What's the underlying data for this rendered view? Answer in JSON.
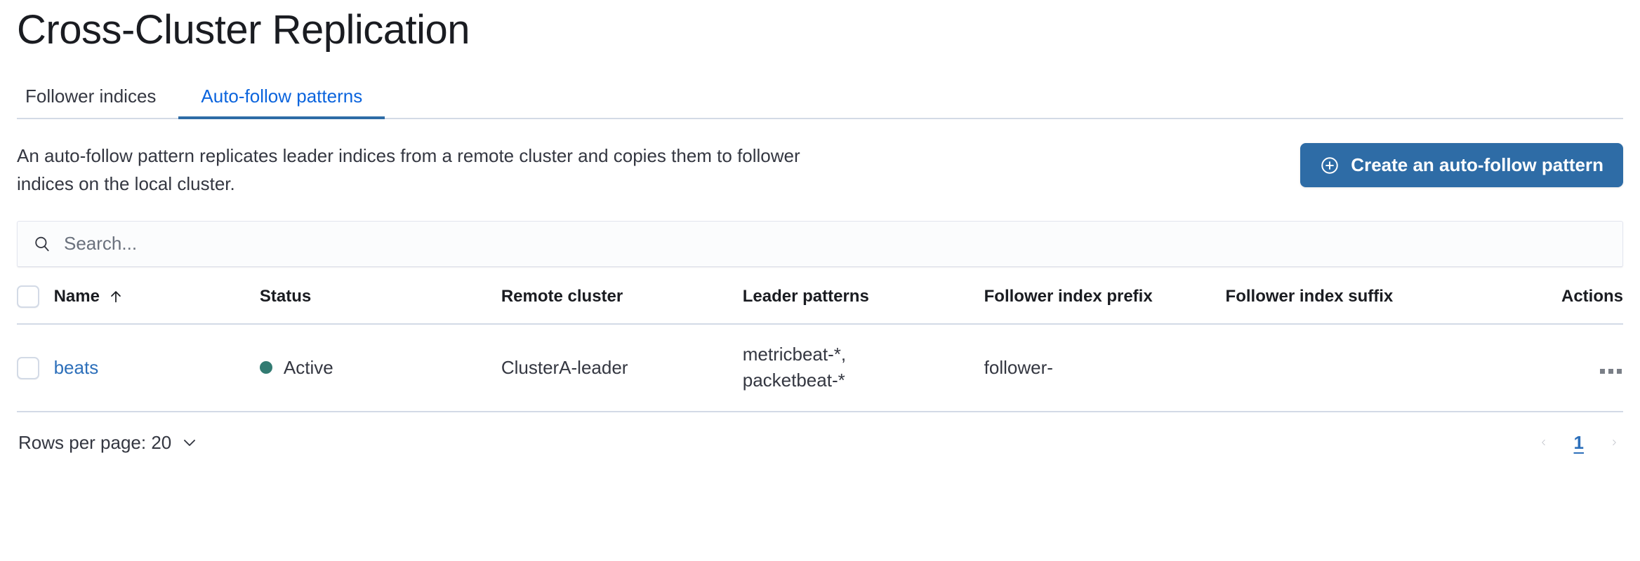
{
  "page": {
    "title": "Cross-Cluster Replication"
  },
  "tabs": [
    {
      "label": "Follower indices",
      "active": false
    },
    {
      "label": "Auto-follow patterns",
      "active": true
    }
  ],
  "description": {
    "text": "An auto-follow pattern replicates leader indices from a remote cluster and copies them to follower indices on the local cluster."
  },
  "create_button": {
    "label": "Create an auto-follow pattern",
    "icon": "plus-in-circle-icon",
    "color": "#2e6ca6"
  },
  "search": {
    "value": "",
    "placeholder": "Search...",
    "icon": "search-icon"
  },
  "table": {
    "columns": [
      {
        "key": "name",
        "label": "Name",
        "sorted": "asc",
        "sort_icon": "arrow-up-icon"
      },
      {
        "key": "status",
        "label": "Status"
      },
      {
        "key": "remote_cluster",
        "label": "Remote cluster"
      },
      {
        "key": "leader_patterns",
        "label": "Leader patterns"
      },
      {
        "key": "follower_index_prefix",
        "label": "Follower index prefix"
      },
      {
        "key": "follower_index_suffix",
        "label": "Follower index suffix"
      },
      {
        "key": "actions",
        "label": "Actions"
      }
    ],
    "rows": [
      {
        "name": "beats",
        "status": "Active",
        "status_color": "#327b72",
        "remote_cluster": "ClusterA-leader",
        "leader_patterns": "metricbeat-*,\npacketbeat-*",
        "follower_index_prefix": "follower-",
        "follower_index_suffix": "",
        "actions_icon": "ellipsis-horizontal-icon"
      }
    ]
  },
  "footer": {
    "rows_per_page_label": "Rows per page: 20",
    "rows_per_page_icon": "chevron-down-icon",
    "prev_icon": "chevron-left-icon",
    "next_icon": "chevron-right-icon",
    "current_page": "1"
  },
  "colors": {
    "accent_blue": "#2e6ca6",
    "link_blue": "#2c6fba",
    "tab_active": "#0b64dd",
    "status_green": "#327b72",
    "border": "#d3dae6"
  }
}
